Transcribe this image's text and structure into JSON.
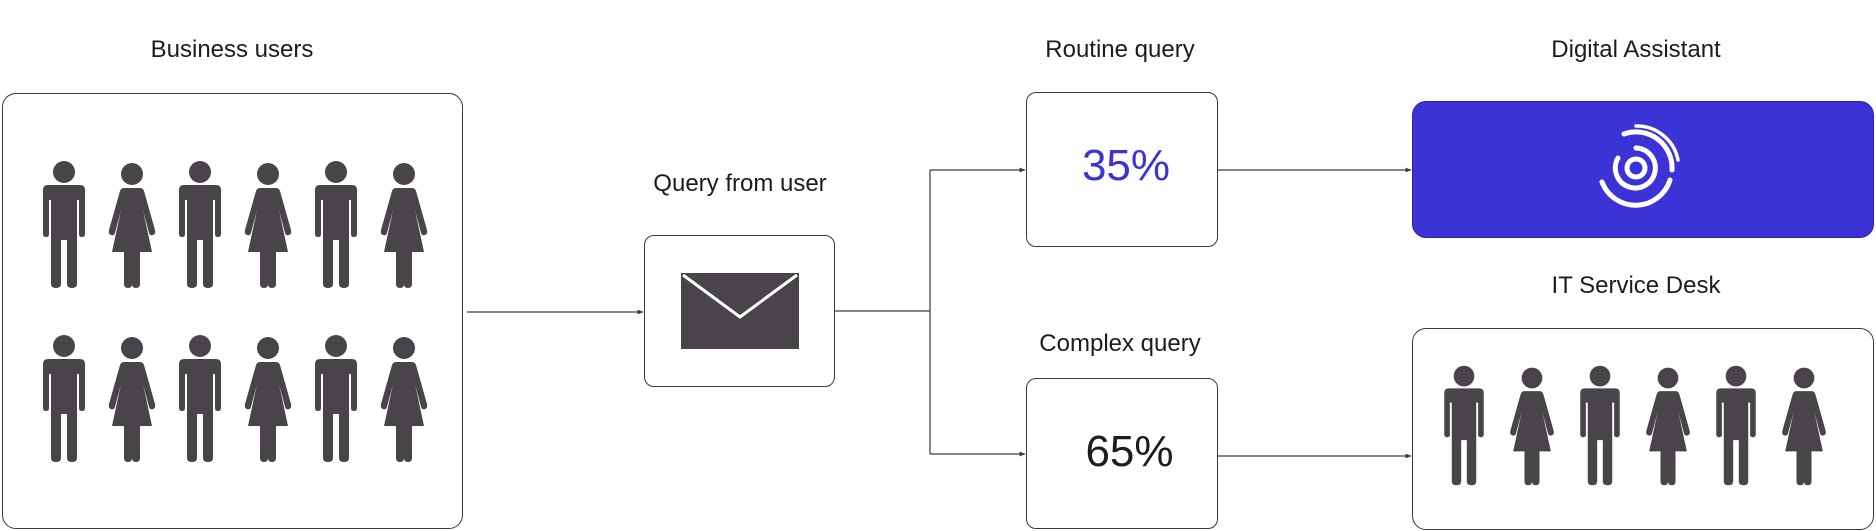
{
  "labels": {
    "business_users": "Business users",
    "query_from_user": "Query from user",
    "routine_query": "Routine query",
    "complex_query": "Complex query",
    "digital_assistant": "Digital Assistant",
    "it_service_desk": "IT Service Desk"
  },
  "routine_percent": "35%",
  "complex_percent": "65%",
  "business_users_grid": [
    "male",
    "female",
    "male",
    "female",
    "male",
    "female",
    "male",
    "female",
    "male",
    "female",
    "male",
    "female"
  ],
  "service_desk_row": [
    "male",
    "female",
    "male",
    "female",
    "male",
    "female"
  ],
  "icons": {
    "query": "envelope-icon",
    "assistant": "digital-assistant-logo-icon",
    "people": "person-icon"
  },
  "colors": {
    "accent": "#3c33d6",
    "figure": "#48444a",
    "outline": "#3a3a3a",
    "text": "#1c1c1c"
  }
}
